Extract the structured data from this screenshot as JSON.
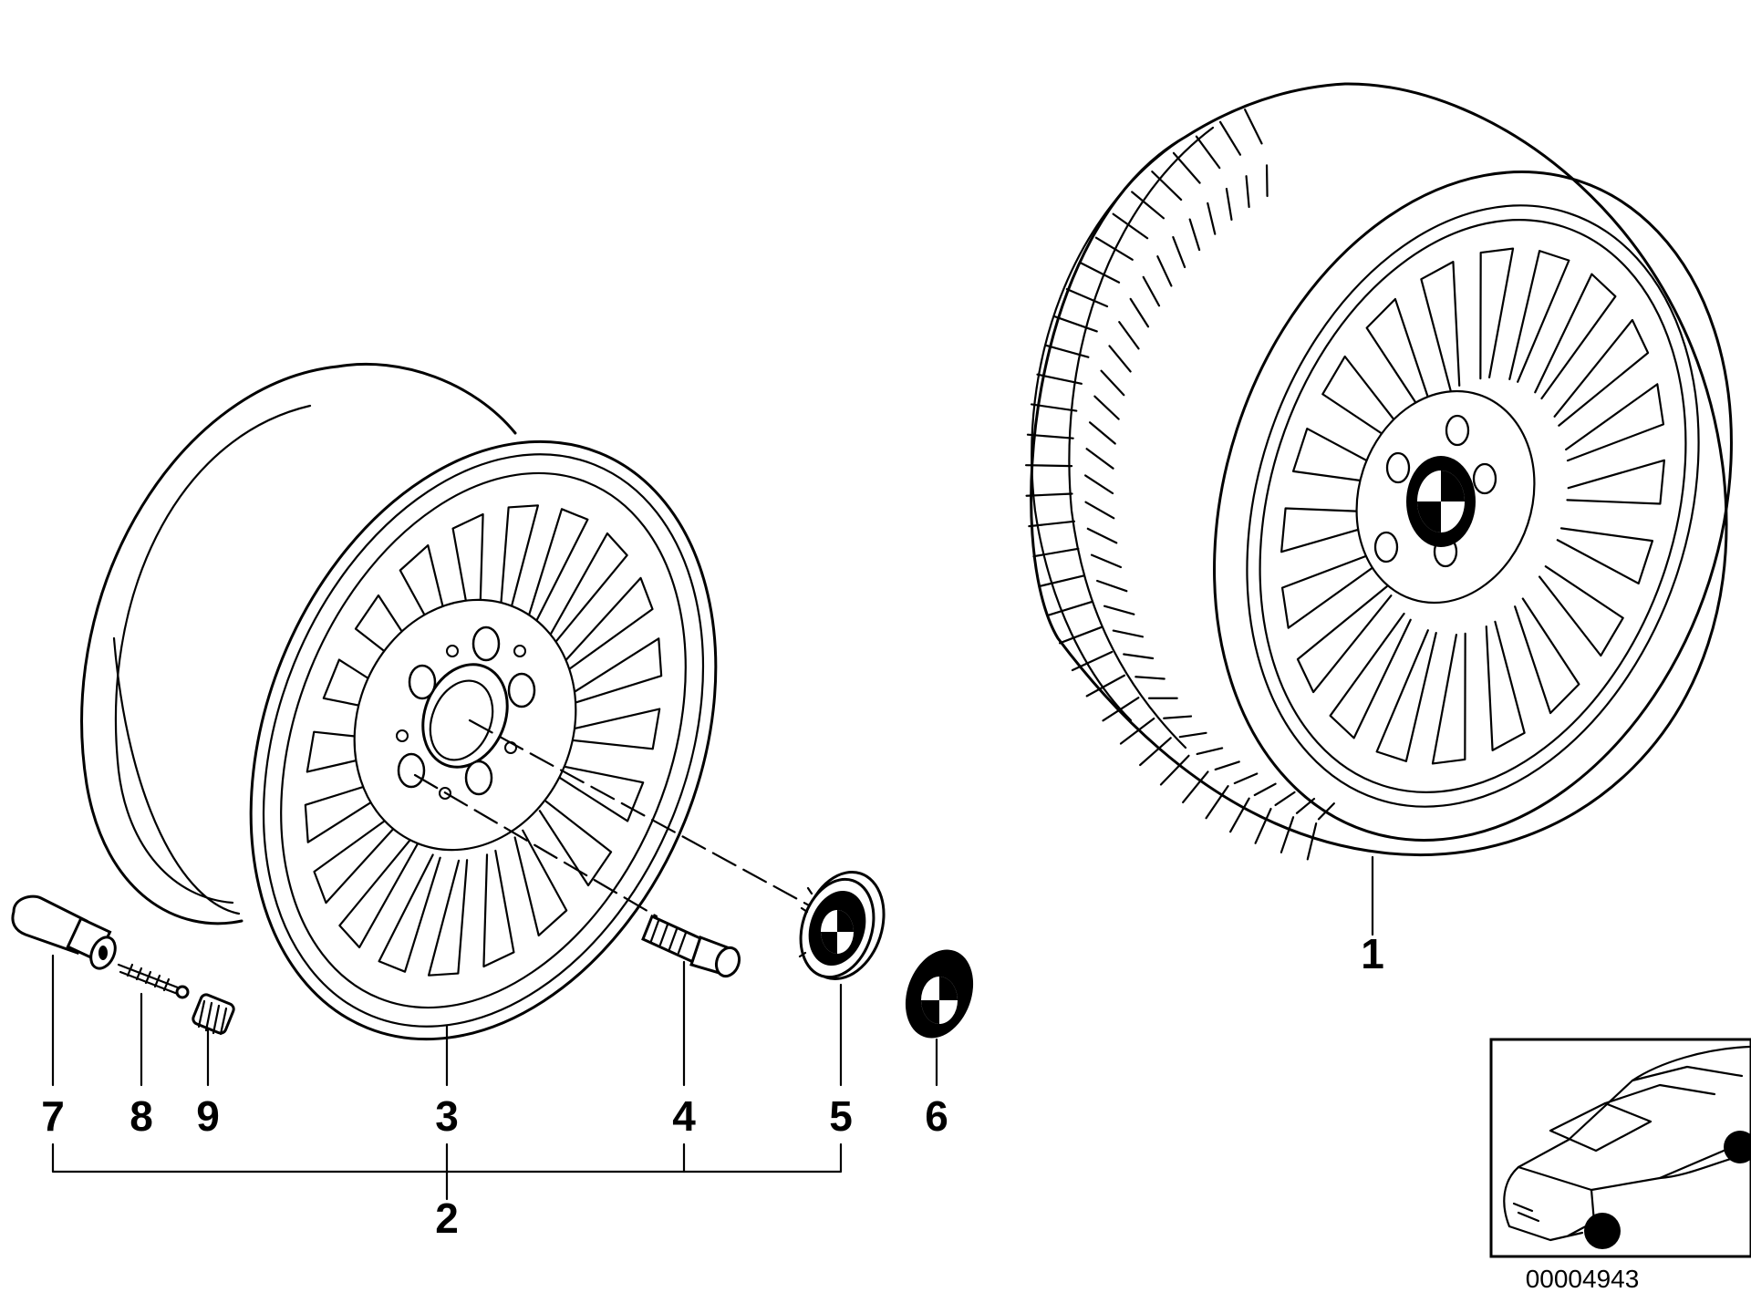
{
  "diagram": {
    "parts": [
      {
        "id": "1",
        "label": "1"
      },
      {
        "id": "2",
        "label": "2"
      },
      {
        "id": "3",
        "label": "3"
      },
      {
        "id": "4",
        "label": "4"
      },
      {
        "id": "5",
        "label": "5"
      },
      {
        "id": "6",
        "label": "6"
      },
      {
        "id": "7",
        "label": "7"
      },
      {
        "id": "8",
        "label": "8"
      },
      {
        "id": "9",
        "label": "9"
      }
    ],
    "reference_number": "00004943",
    "colors": {
      "line": "#000000",
      "background": "#ffffff"
    }
  }
}
